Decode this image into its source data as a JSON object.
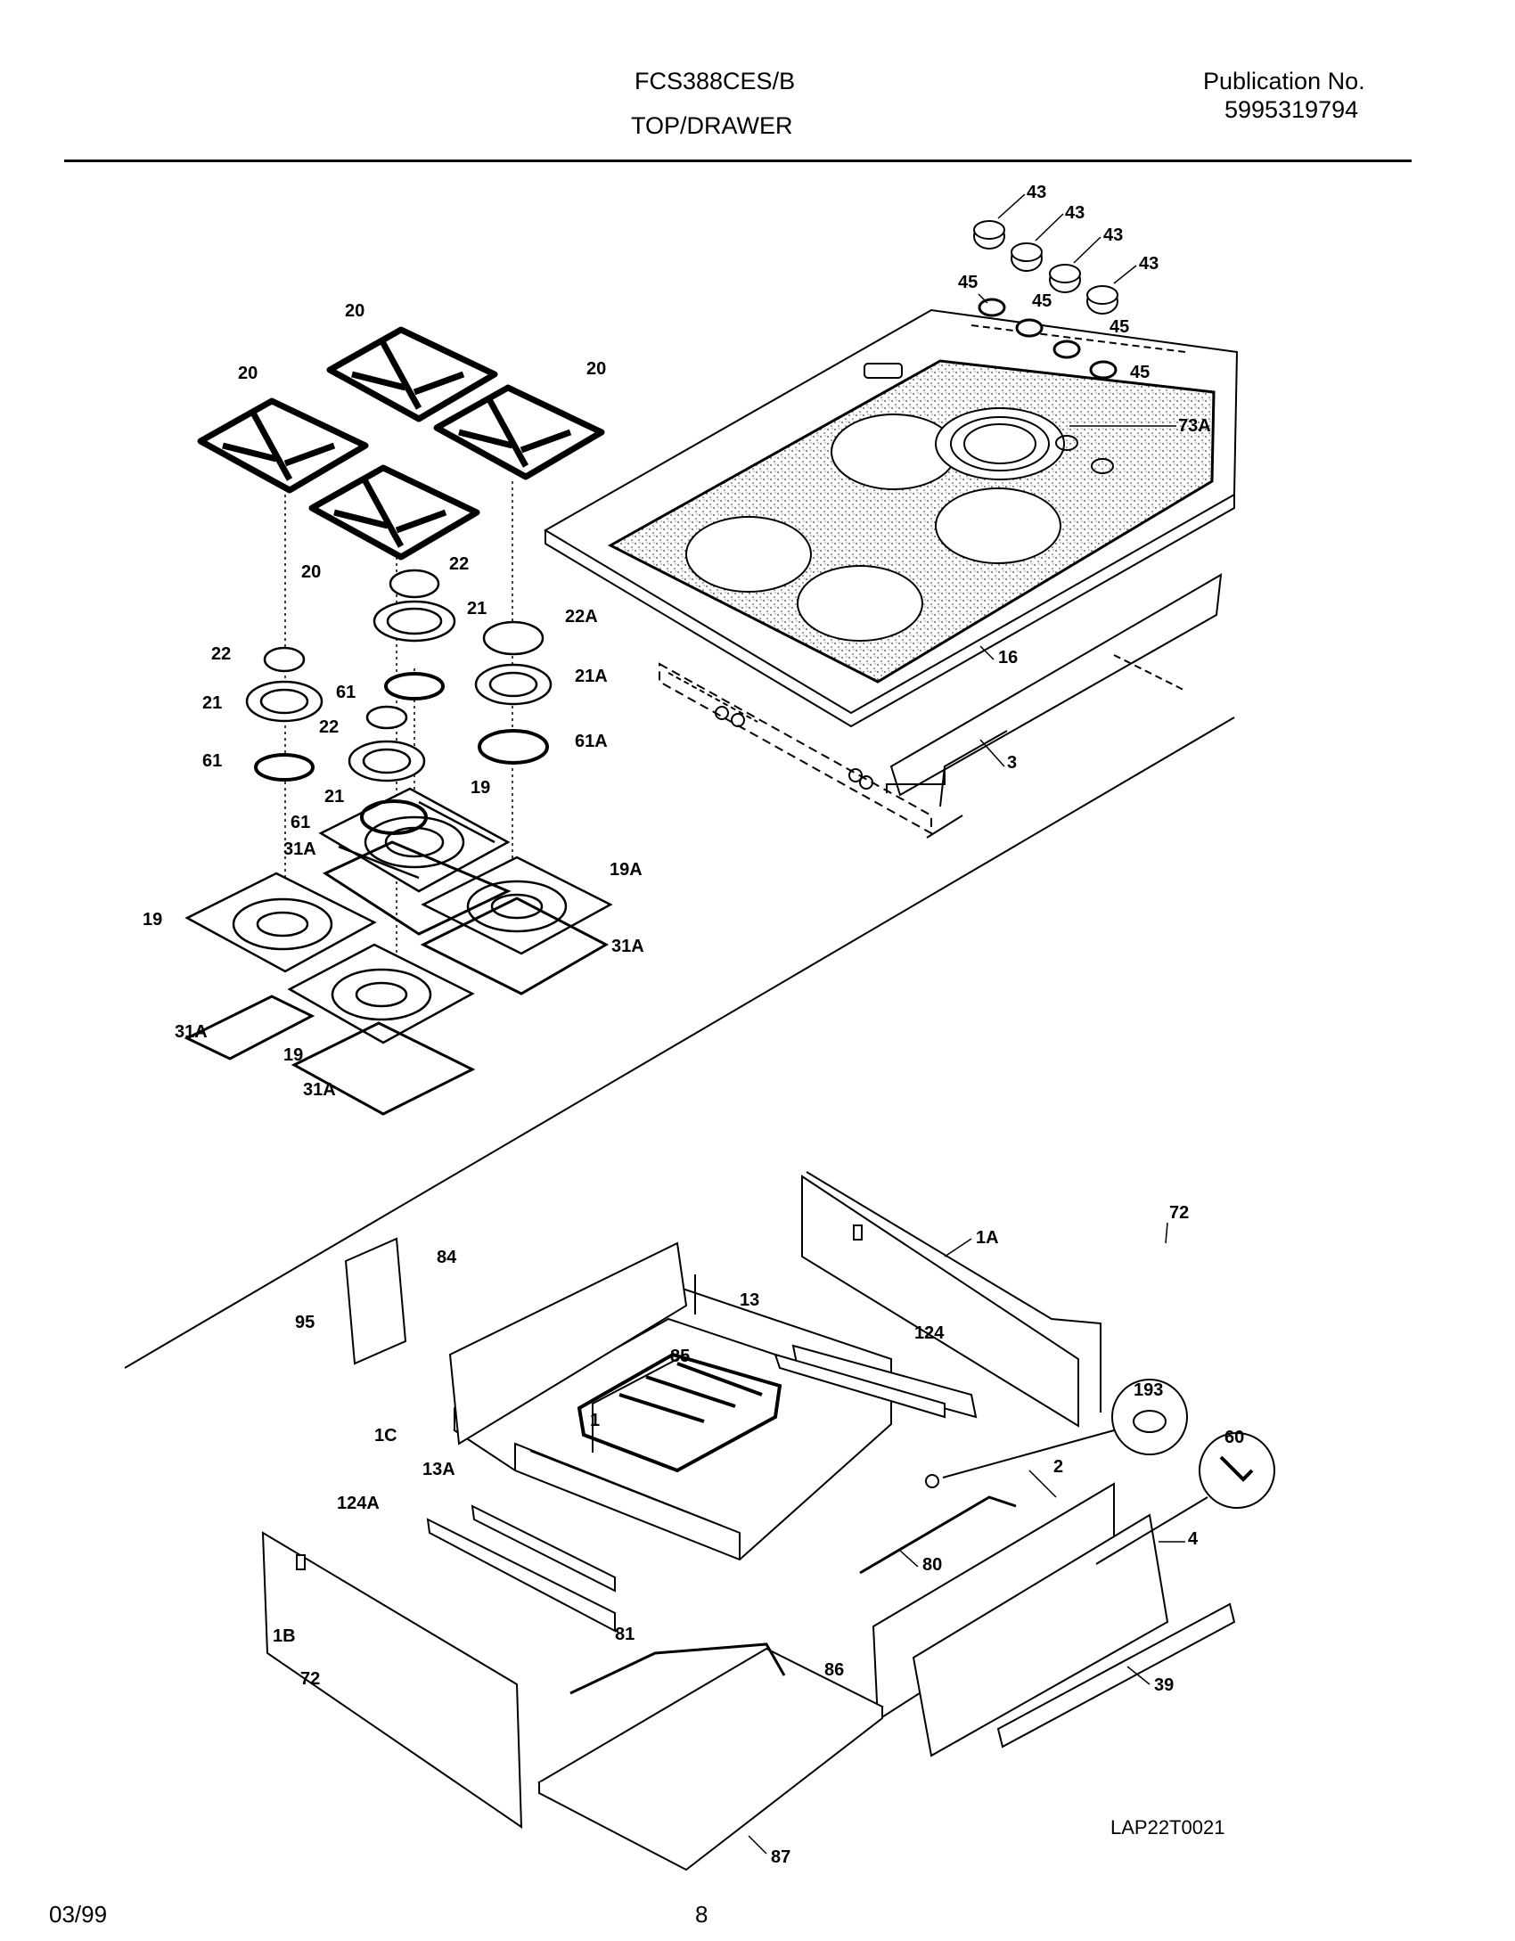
{
  "header": {
    "model": "FCS388CES/B",
    "section": "TOP/DRAWER",
    "publication_label": "Publication No.",
    "publication_number": "5995319794"
  },
  "footer": {
    "date": "03/99",
    "page": "8",
    "drawing_code": "LAP22T0021"
  },
  "callouts": {
    "c43": "43",
    "c45": "45",
    "c73A": "73A",
    "c20": "20",
    "c22": "22",
    "c22A": "22A",
    "c21": "21",
    "c21A": "21A",
    "c61": "61",
    "c61A": "61A",
    "c19": "19",
    "c19A": "19A",
    "c31A": "31A",
    "c16": "16",
    "c3": "3",
    "c72": "72",
    "c1A": "1A",
    "c84": "84",
    "c95": "95",
    "c13": "13",
    "c124": "124",
    "c85": "85",
    "c193": "193",
    "c60": "60",
    "c1": "1",
    "c1C": "1C",
    "c2": "2",
    "c4": "4",
    "c13A": "13A",
    "c124A": "124A",
    "c80": "80",
    "c1B": "1B",
    "c81": "81",
    "c86": "86",
    "c39": "39",
    "c87": "87"
  }
}
